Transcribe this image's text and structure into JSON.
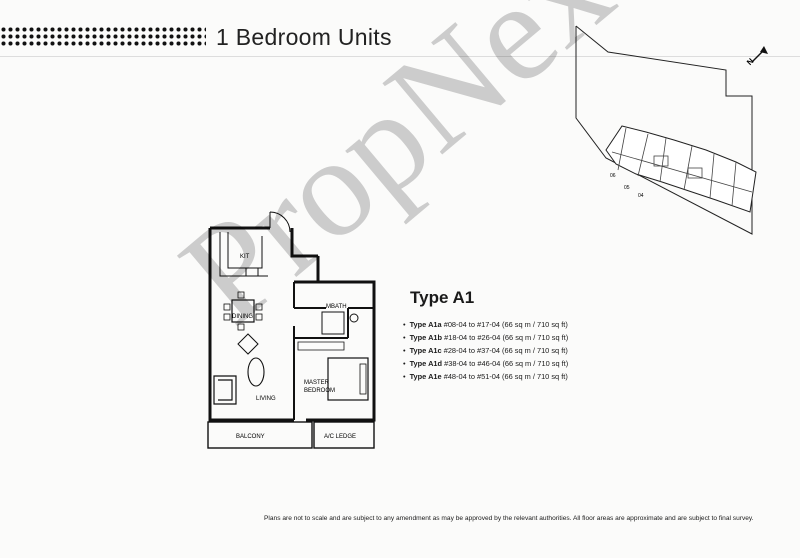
{
  "header": {
    "title": "1 Bedroom Units"
  },
  "watermark": {
    "text": "PropNex"
  },
  "keyplan": {
    "compass_label": "N",
    "unit_labels": [
      "06",
      "05",
      "04"
    ]
  },
  "floorplan": {
    "rooms": {
      "kit": "KIT",
      "dining": "DINING",
      "bath": "MBATH",
      "living": "LIVING",
      "master_line1": "MASTER",
      "master_line2": "BEDROOM",
      "balcony": "BALCONY",
      "ac_ledge": "A/C LEDGE"
    }
  },
  "unit_type": {
    "title": "Type A1",
    "variants": [
      {
        "name": "Type A1a",
        "detail": "#08-04 to #17-04 (66 sq m / 710 sq ft)"
      },
      {
        "name": "Type A1b",
        "detail": "#18-04 to #26-04 (66 sq m / 710 sq ft)"
      },
      {
        "name": "Type A1c",
        "detail": "#28-04 to #37-04 (66 sq m / 710 sq ft)"
      },
      {
        "name": "Type A1d",
        "detail": "#38-04 to #46-04 (66 sq m / 710 sq ft)"
      },
      {
        "name": "Type A1e",
        "detail": "#48-04 to #51-04 (66 sq m / 710 sq ft)"
      }
    ]
  },
  "footer": {
    "disclaimer": "Plans are not to scale and are subject to any amendment as may be approved by the relevant authorities. All floor areas are approximate and are subject to final survey."
  }
}
